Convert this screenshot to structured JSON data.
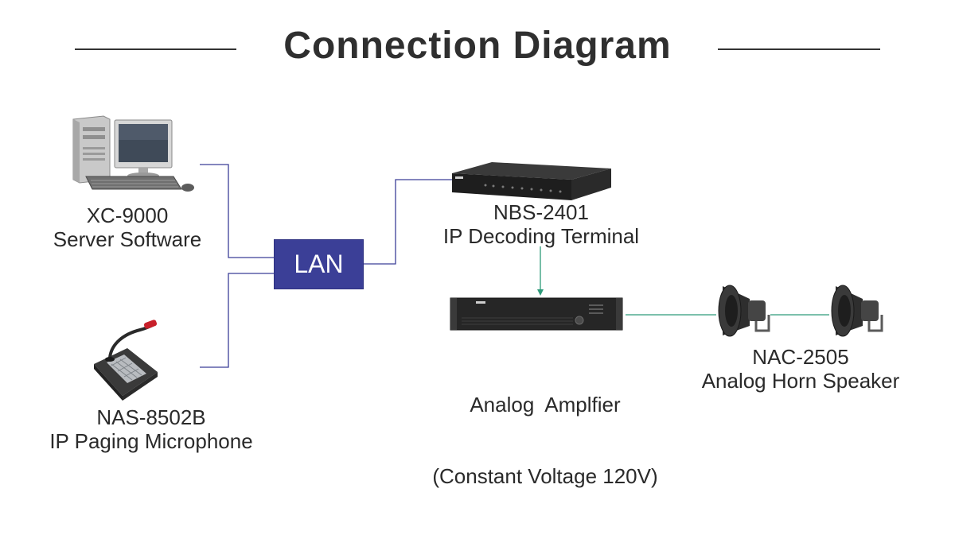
{
  "title": "Connection Diagram",
  "lan_label": "LAN",
  "devices": {
    "server": {
      "model": "XC-9000",
      "description": "Server Software",
      "icon": "desktop-computer-icon"
    },
    "microphone": {
      "model": "NAS-8502B",
      "description": "IP Paging Microphone",
      "icon": "paging-microphone-icon"
    },
    "decoder": {
      "model": "NBS-2401",
      "description": "IP Decoding Terminal",
      "icon": "rack-decoder-icon"
    },
    "amplifier": {
      "model": "Analog  Amplfier",
      "description": "(Constant Voltage 120V)",
      "icon": "rack-amplifier-icon"
    },
    "speaker": {
      "model": "NAC-2505",
      "description": "Analog Horn Speaker",
      "icon": "horn-speaker-icon"
    }
  },
  "colors": {
    "lan_box": "#3b3f97",
    "network_line": "#3b3f97",
    "audio_line": "#2e9a7a",
    "title": "#2f2f2f"
  }
}
